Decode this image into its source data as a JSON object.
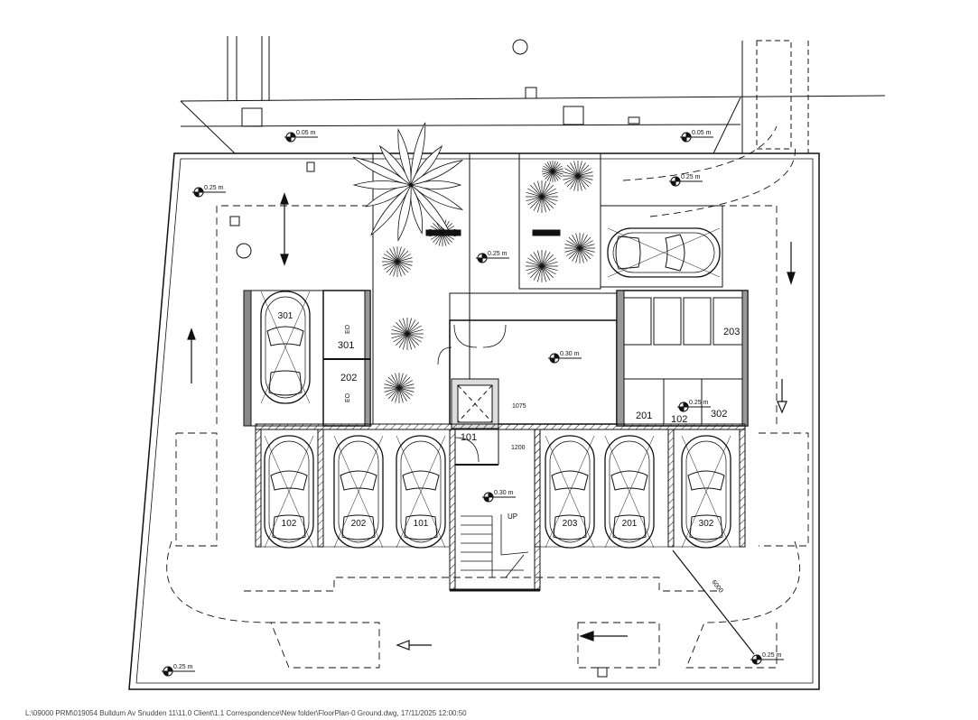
{
  "drawing": {
    "title": "Ground floor plan",
    "level_markers": [
      "0.05 m",
      "0.05 m",
      "0.25 m",
      "0.25 m",
      "0.25 m",
      "0.30 m",
      "0.30 m",
      "0.25 m",
      "0.25 m",
      "0.25 m"
    ],
    "cars": [
      "301",
      "102",
      "202",
      "101",
      "203",
      "201",
      "302"
    ],
    "rooms": {
      "lift_lobby": "101",
      "store_301": "301",
      "store_202": "202",
      "store_203": "203",
      "store_201": "201",
      "store_102": "102",
      "store_302": "302",
      "eo_top": "EO",
      "eo_bottom": "EO"
    },
    "dimensions": {
      "door": "1075",
      "corridor": "1200",
      "radius": "6000"
    },
    "stair_label": "UP"
  },
  "footer": {
    "path": "L:\\09000 PRM\\019054 Bulldum Av Snudden 11\\11.0 Client\\1.1 Correspondence\\New folder\\FloorPlan-0 Ground.dwg, 17/11/2025 12:00:50"
  }
}
